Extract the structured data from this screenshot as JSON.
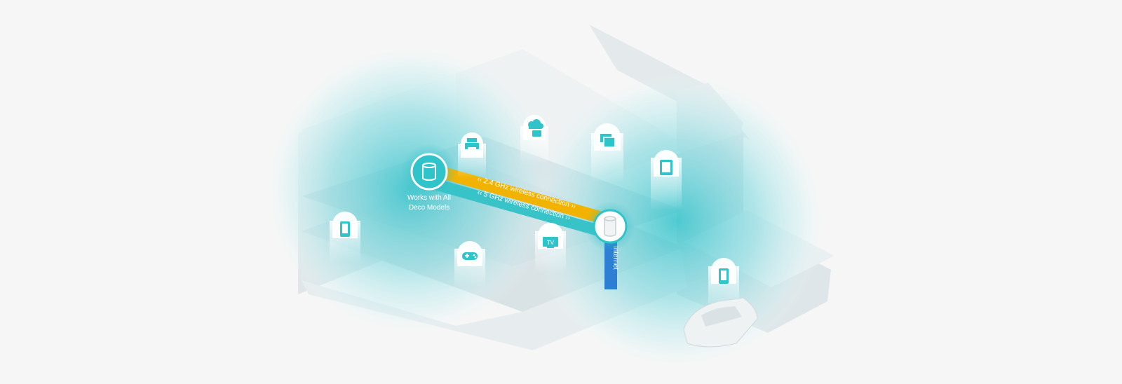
{
  "diagram": {
    "primary_node_label_line1": "Works with All",
    "primary_node_label_line2": "Deco Models",
    "link_24ghz_label": "‹‹ 2.4 GHz wireless connection ››",
    "link_5ghz_label": "‹‹ 5 GHz wireless connection ››",
    "internet_label": "Internet",
    "tv_label": "TV"
  },
  "colors": {
    "coverage": "#5fd3d9",
    "accent_teal": "#2ec4c9",
    "link_24ghz": "#f2b300",
    "link_5ghz": "#38c3c8",
    "internet": "#2d7fd3",
    "house": "#e9eef0"
  },
  "icons": [
    "router-icon",
    "router-icon",
    "printer-icon",
    "cloud-folder-icon",
    "desktop-computer-icon",
    "tablet-icon",
    "smartphone-icon",
    "gamepad-icon",
    "tv-icon",
    "smartphone-icon"
  ]
}
